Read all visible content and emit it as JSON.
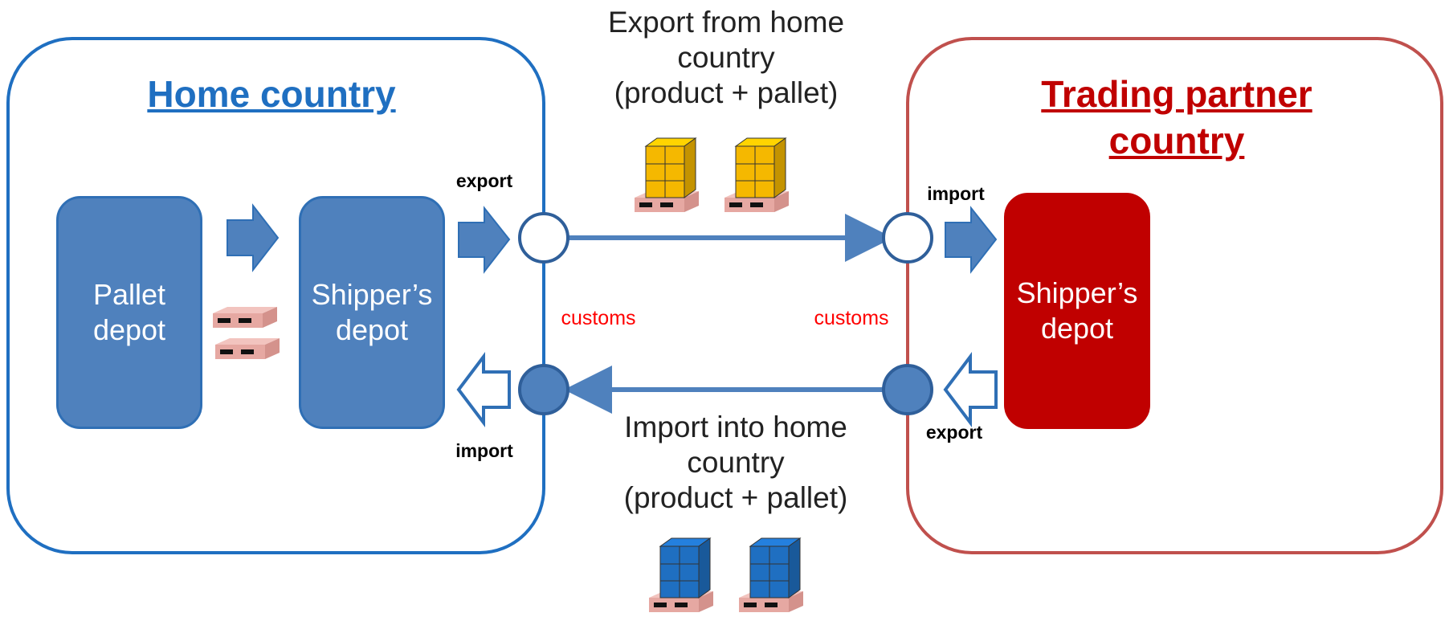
{
  "colors": {
    "home_border": "#1f6fc1",
    "partner_border": "#c0504d",
    "home_title": "#1f6fc1",
    "partner_title": "#c00000",
    "blue_depot": "#4f81bd",
    "red_depot": "#c00000",
    "arrow_blue": "#4f81bd",
    "customs_text": "#ff0000",
    "pallet_pink": "#e6b0aa",
    "goods_yellow": "#f5b800",
    "goods_blue": "#1f6fc1"
  },
  "home_region": {
    "title": "Home country",
    "pallet_depot": "Pallet\ndepot",
    "shipper_depot": "Shipper’s\ndepot",
    "export_label": "export",
    "import_label": "import",
    "customs_label": "customs"
  },
  "partner_region": {
    "title": "Trading partner\ncountry",
    "shipper_depot": "Shipper’s\ndepot",
    "import_label": "import",
    "export_label": "export",
    "customs_label": "customs"
  },
  "flows": {
    "export_flow_text": "Export from home\ncountry\n(product + pallet)",
    "import_flow_text": "Import into home\ncountry\n(product + pallet)"
  },
  "icons": [
    "block-arrow-icon",
    "outline-arrow-icon",
    "pallet-icon",
    "goods-on-pallet-icon",
    "customs-checkpoint-icon"
  ]
}
